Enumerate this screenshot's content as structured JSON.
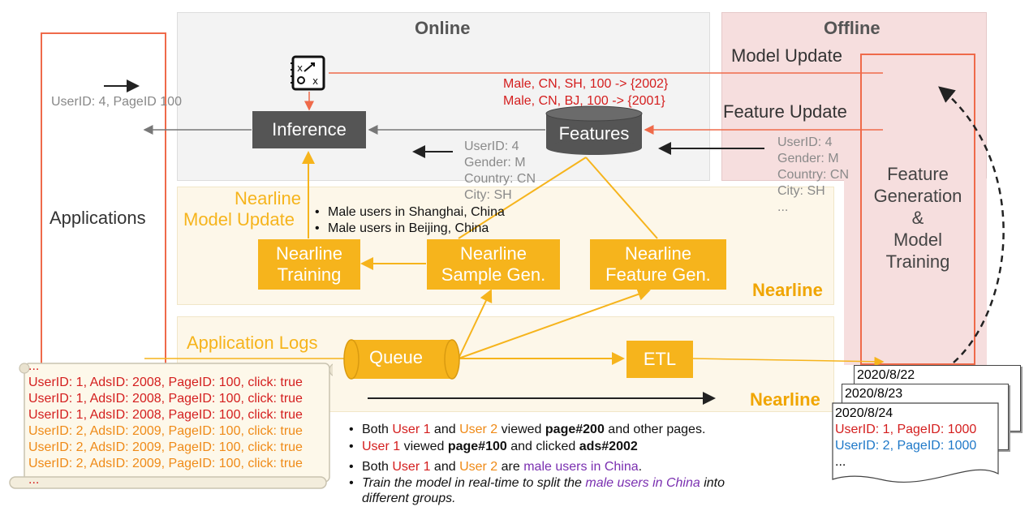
{
  "sections": {
    "online": "Online",
    "offline": "Offline",
    "nearline_upper": "Nearline",
    "nearline_lower": "Nearline"
  },
  "applications": "Applications",
  "request": {
    "text": "UserID: 4, PageID  100"
  },
  "inference": "Inference",
  "features": "Features",
  "feature_lookup": [
    "Male, CN, SH, 100 -> {2002}",
    "Male, CN, BJ, 100 -> {2001}"
  ],
  "online_user": [
    "UserID: 4",
    "Gender: M",
    "Country: CN",
    "City: SH"
  ],
  "offline_user": [
    "UserID: 4",
    "Gender: M",
    "Country: CN",
    "City: SH",
    "..."
  ],
  "offline_labels": {
    "model_update": "Model Update",
    "feature_update": "Feature Update",
    "feature_generation": [
      "Feature",
      "Generation",
      "&",
      "Model",
      "Training"
    ]
  },
  "nearline_model_update": [
    "Nearline",
    "Model Update"
  ],
  "nearline_groups": [
    "Male users in Shanghai, China",
    "Male users in Beijing, China"
  ],
  "nearline_boxes": {
    "training": [
      "Nearline",
      "Training"
    ],
    "sample_gen": [
      "Nearline",
      "Sample Gen."
    ],
    "feature_gen": [
      "Nearline",
      "Feature Gen."
    ]
  },
  "application_logs": "Application Logs",
  "queue": "Queue",
  "etl": "ETL",
  "logs": {
    "head": "...",
    "rows": [
      {
        "text": "UserID: 1, AdsID: 2008, PageID: 100, click: true",
        "color": "#d41e1e"
      },
      {
        "text": "UserID: 1, AdsID: 2008, PageID: 100, click: true",
        "color": "#d41e1e"
      },
      {
        "text": "UserID: 1, AdsID: 2008, PageID: 100, click: true",
        "color": "#d41e1e"
      },
      {
        "text": "UserID: 2, AdsID: 2009, PageID: 100, click: true",
        "color": "#ef8a17"
      },
      {
        "text": "UserID: 2, AdsID: 2009, PageID: 100, click: true",
        "color": "#ef8a17"
      },
      {
        "text": "UserID: 2, AdsID: 2009, PageID: 100, click: true",
        "color": "#ef8a17"
      }
    ],
    "tail": "..."
  },
  "documents": {
    "doc1": "2020/8/22",
    "doc2": "2020/8/23",
    "doc3": "2020/8/24",
    "doc3_rows": [
      {
        "text": "UserID: 1, PageID: 1000",
        "color": "#d41e1e"
      },
      {
        "text": "UserID: 2, PageID: 1000",
        "color": "#1e78c8"
      }
    ],
    "doc3_tail": "..."
  },
  "notes": {
    "n1": {
      "a": "Both ",
      "b": "User 1",
      "c": " and ",
      "d": "User 2",
      "e": " viewed ",
      "f": "page#200",
      "g": " and other pages."
    },
    "n2": {
      "b": "User 1",
      "c": " viewed ",
      "d": "page#100",
      "e": " and clicked ",
      "f": "ads#2002"
    },
    "n3": {
      "a": "Both ",
      "b": "User 1",
      "c": " and ",
      "d": "User 2",
      "e": " are ",
      "f": "male users in China",
      "g": "."
    },
    "n4": {
      "a": "Train the model in real-time to split the ",
      "b": "male users in China",
      "c": " into",
      "d": "different groups."
    }
  },
  "colors": {
    "orange_box": "#f6b41c",
    "red_line": "#ef6a4a",
    "dark_box": "#555555",
    "online_bg": "#f2f2f2",
    "offline_bg": "#f6dede",
    "nearline_bg": "#fdf6e6"
  },
  "icons": {
    "model_icon": "strategy-board-icon"
  }
}
